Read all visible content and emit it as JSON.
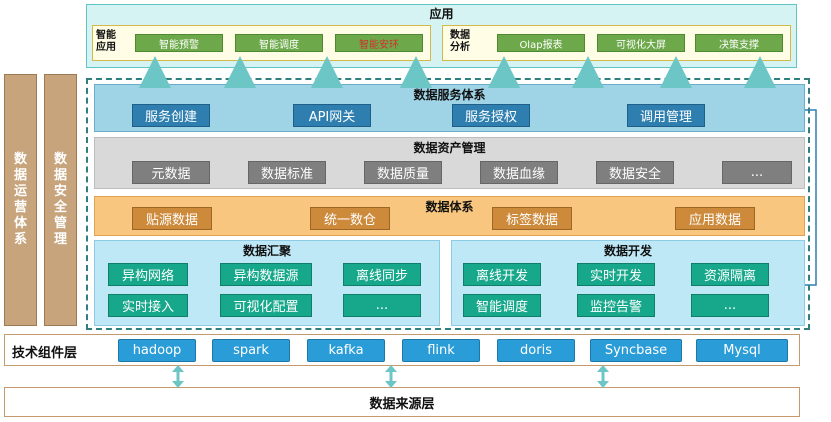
{
  "application": {
    "title": "应用",
    "smart_app": {
      "label_line1": "智能",
      "label_line2": "应用",
      "items": [
        "智能预警",
        "智能调度",
        "智能安环"
      ]
    },
    "data_analysis": {
      "label_line1": "数据",
      "label_line2": "分析",
      "items": [
        "Olap报表",
        "可视化大屏",
        "决策支撑"
      ]
    }
  },
  "left_bars": {
    "operations": [
      "数",
      "据",
      "运",
      "营",
      "体",
      "系"
    ],
    "security": [
      "数",
      "据",
      "安",
      "全",
      "管",
      "理"
    ]
  },
  "service_layer": {
    "title": "数据服务体系",
    "items": [
      "服务创建",
      "API网关",
      "服务授权",
      "调用管理"
    ]
  },
  "asset_layer": {
    "title": "数据资产管理",
    "items": [
      "元数据",
      "数据标准",
      "数据质量",
      "数据血缘",
      "数据安全",
      "..."
    ]
  },
  "system_layer": {
    "title": "数据体系",
    "items": [
      "贴源数据",
      "统一数仓",
      "标签数据",
      "应用数据"
    ]
  },
  "aggregation": {
    "title": "数据汇聚",
    "items": [
      "异构网络",
      "异构数据源",
      "离线同步",
      "实时接入",
      "可视化配置",
      "..."
    ]
  },
  "development": {
    "title": "数据开发",
    "items": [
      "离线开发",
      "实时开发",
      "资源隔离",
      "智能调度",
      "监控告警",
      "..."
    ]
  },
  "tech_layer": {
    "title": "技术组件层",
    "items": [
      "hadoop",
      "spark",
      "kafka",
      "flink",
      "doris",
      "Syncbase",
      "Mysql"
    ]
  },
  "source_layer": {
    "title": "数据来源层"
  },
  "colors": {
    "teal": "#2f7f7f",
    "blue": "#2e7fb0",
    "green": "#17a88b",
    "orange": "#ce8a3b",
    "tan": "#c7a47c"
  }
}
